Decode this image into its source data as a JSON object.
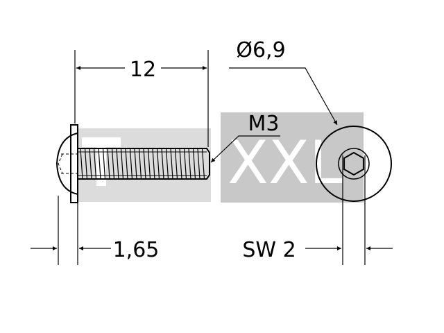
{
  "drawing": {
    "dimensions": {
      "length": "12",
      "diameter": "Ø6,9",
      "thread": "M3",
      "head_height": "1,65",
      "socket_size": "SW 2"
    },
    "watermark": "T XXL"
  }
}
